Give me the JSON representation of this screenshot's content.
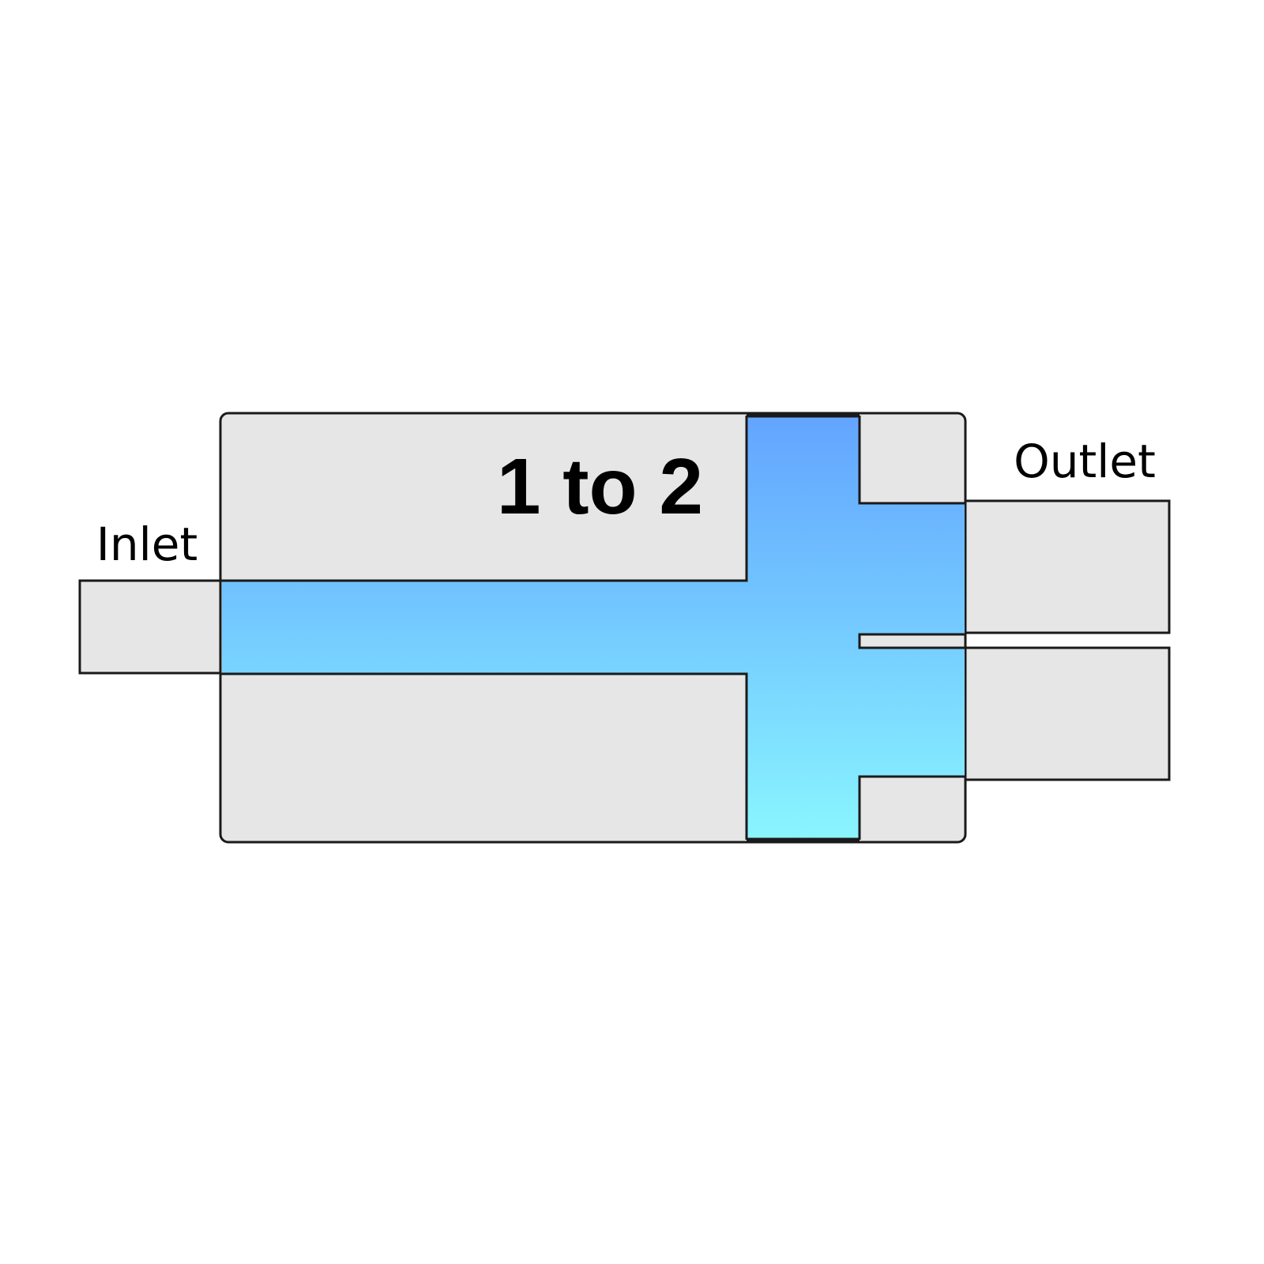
{
  "diagram": {
    "title": "1 to 2",
    "inlet_label": "Inlet",
    "outlet_label": "Outlet"
  },
  "colors": {
    "body_fill": "#e6e6e6",
    "outline": "#1a1a1a",
    "flow_top": "#63a4ff",
    "flow_mid": "#72c6ff",
    "flow_bottom": "#8af6ff"
  },
  "parts": {
    "inlet_port": "inlet-port",
    "outlet_ports": [
      "outlet-port-upper",
      "outlet-port-lower"
    ],
    "manifold": "manifold-body",
    "channel": "flow-channel"
  }
}
